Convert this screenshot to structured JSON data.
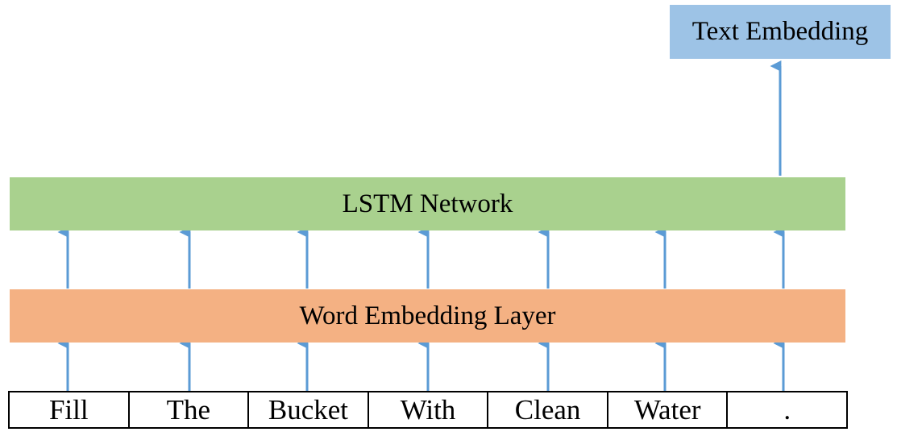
{
  "output": {
    "label": "Text Embedding"
  },
  "lstm": {
    "label": "LSTM Network"
  },
  "word_embedding": {
    "label": "Word Embedding Layer"
  },
  "tokens": [
    "Fill",
    "The",
    "Bucket",
    "With",
    "Clean",
    "Water",
    "."
  ],
  "colors": {
    "output_box": "#9dc3e6",
    "lstm_box": "#a9d18e",
    "word_embedding_box": "#f4b183",
    "arrow": "#5b9bd5"
  }
}
